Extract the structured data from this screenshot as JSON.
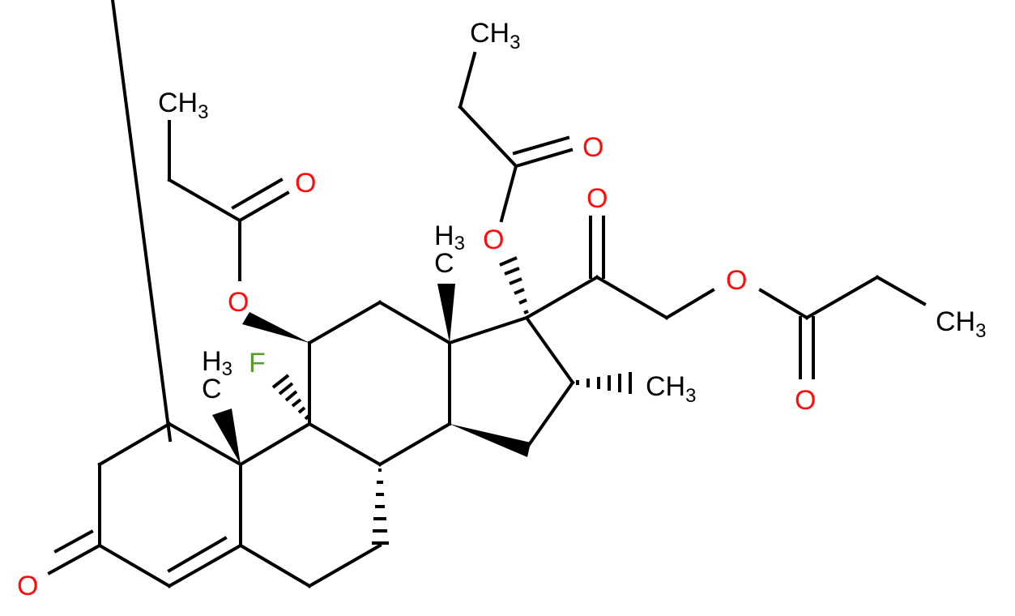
{
  "molecule": {
    "name": "Dexamethasone tripropionate-like corticosteroid ester",
    "colors": {
      "carbon": "#000000",
      "oxygen": "#ff0d0d",
      "fluorine": "#5a9a32",
      "background": "#ffffff"
    },
    "atoms": {
      "ch3_top_left": {
        "main": "CH",
        "sub": "3"
      },
      "o_carbonyl_left": {
        "main": "O"
      },
      "o_ester_c11": {
        "main": "O"
      },
      "ch3_top_center": {
        "main": "CH",
        "sub": "3"
      },
      "o_carbonyl_center": {
        "main": "O"
      },
      "o_ester_c17": {
        "main": "O"
      },
      "o_ketone_c20": {
        "main": "O"
      },
      "o_ester_c21": {
        "main": "O"
      },
      "ch3_right": {
        "main": "CH",
        "sub": "3"
      },
      "o_carbonyl_right": {
        "main": "O"
      },
      "ch3_c16": {
        "main": "CH",
        "sub": "3"
      },
      "ch3_c13_h3": {
        "main": "H",
        "sub": "3"
      },
      "ch3_c13_c": {
        "main": "C"
      },
      "ch3_c10_h3": {
        "main": "H",
        "sub": "3"
      },
      "ch3_c10_c": {
        "main": "C"
      },
      "f_c9": {
        "main": "F"
      },
      "o_ketone_c3": {
        "main": "O"
      }
    }
  }
}
